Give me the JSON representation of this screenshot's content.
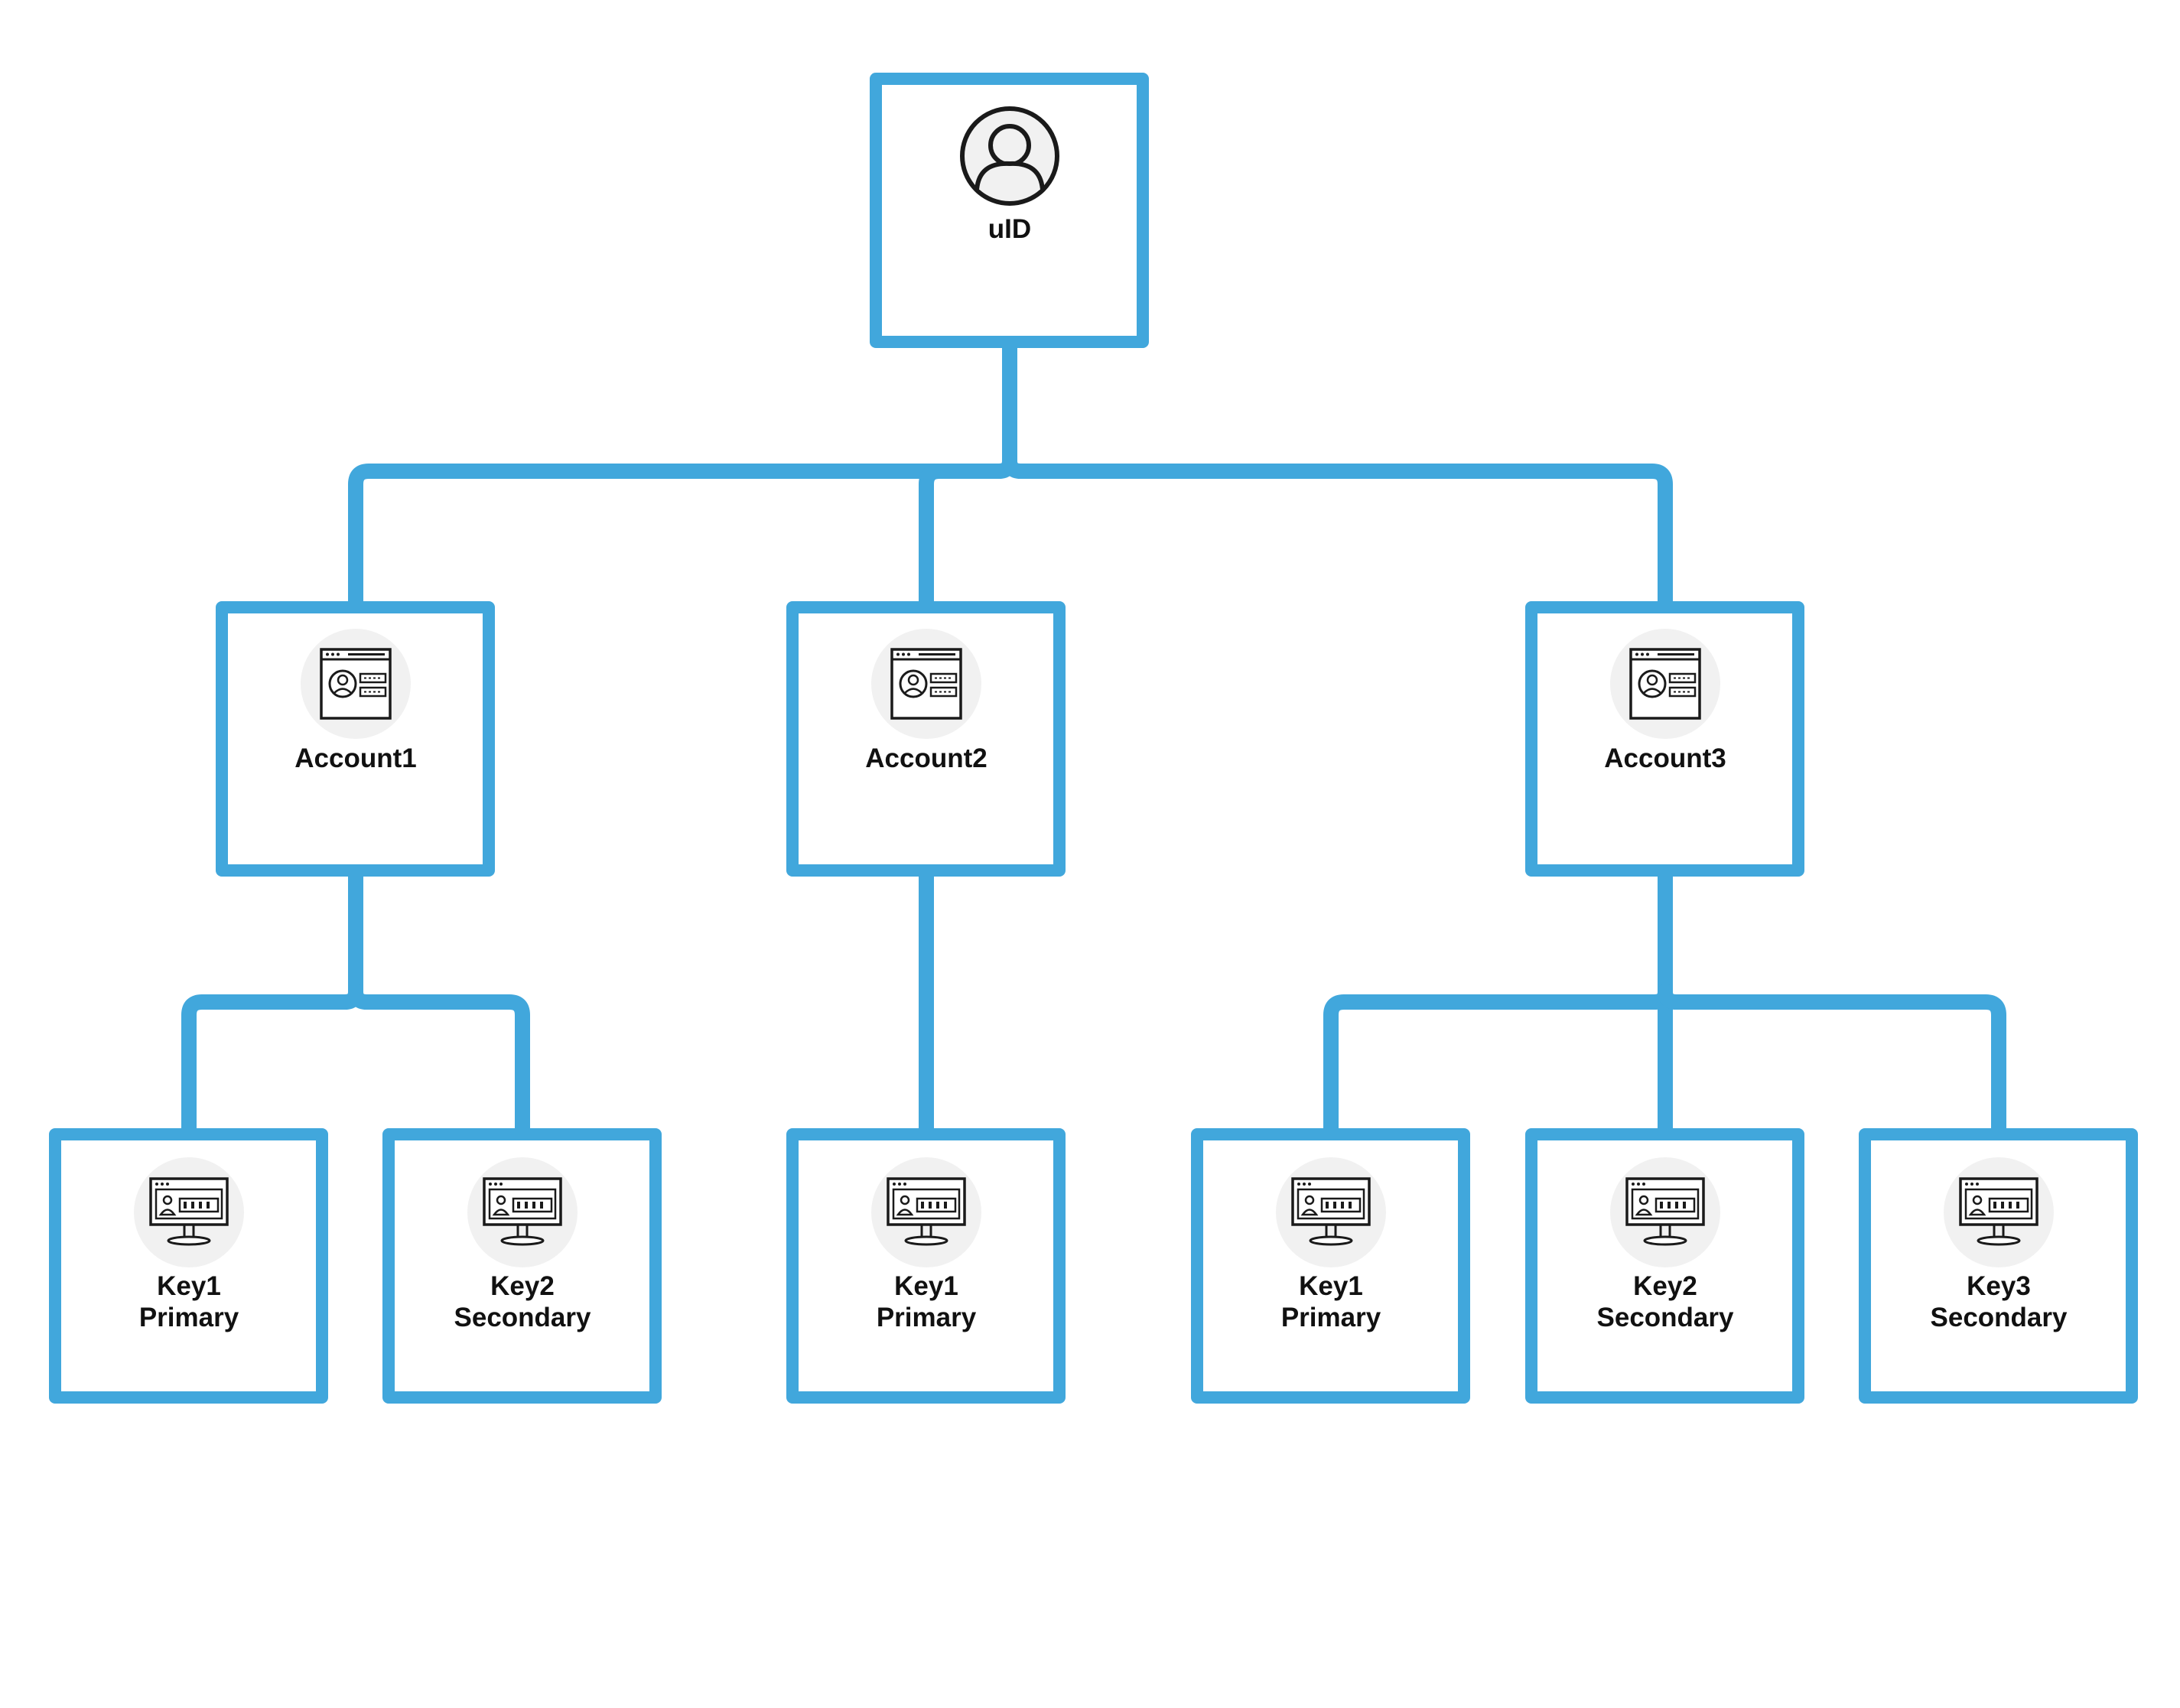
{
  "colors": {
    "connector": "#41a7dc",
    "node_border": "#41a7dc",
    "node_fill": "#ffffff",
    "icon_backdrop": "#f1f1f1",
    "icon_stroke": "#1a1a1a",
    "label_text": "#111111"
  },
  "tree": {
    "root": {
      "label_lines": [
        "uID"
      ],
      "icon": "user-avatar-icon"
    },
    "accounts": [
      {
        "label_lines": [
          "Account1"
        ],
        "icon": "account-profile-window-icon",
        "keys": [
          {
            "label_lines": [
              "Key1",
              "Primary"
            ],
            "icon": "monitor-key-icon"
          },
          {
            "label_lines": [
              "Key2",
              "Secondary"
            ],
            "icon": "monitor-key-icon"
          }
        ]
      },
      {
        "label_lines": [
          "Account2"
        ],
        "icon": "account-profile-window-icon",
        "keys": [
          {
            "label_lines": [
              "Key1",
              "Primary"
            ],
            "icon": "monitor-key-icon"
          }
        ]
      },
      {
        "label_lines": [
          "Account3"
        ],
        "icon": "account-profile-window-icon",
        "keys": [
          {
            "label_lines": [
              "Key1",
              "Primary"
            ],
            "icon": "monitor-key-icon"
          },
          {
            "label_lines": [
              "Key2",
              "Secondary"
            ],
            "icon": "monitor-key-icon"
          },
          {
            "label_lines": [
              "Key3",
              "Secondary"
            ],
            "icon": "monitor-key-icon"
          }
        ]
      }
    ]
  }
}
